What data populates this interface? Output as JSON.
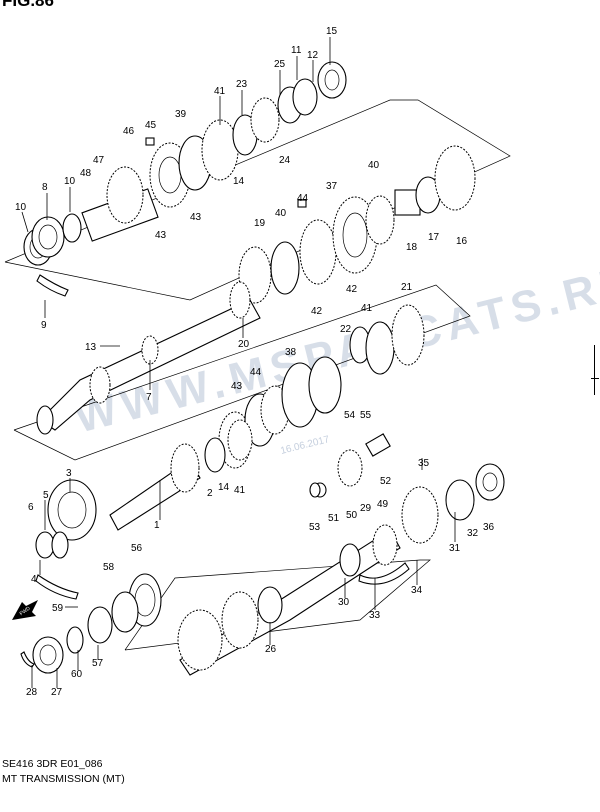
{
  "figure": {
    "title": "FIG.86",
    "caption_line1": "SE416 3DR E01_086",
    "caption_line2": "MT TRANSMISSION (MT)",
    "watermark": "WWW.MSPANCATS.RU",
    "watermark_date": "16.06.2017",
    "fwd_label": "FWD"
  },
  "callouts": [
    {
      "id": "15",
      "label": "15"
    },
    {
      "id": "11",
      "label": "11"
    },
    {
      "id": "12",
      "label": "12"
    },
    {
      "id": "25",
      "label": "25"
    },
    {
      "id": "23",
      "label": "23"
    },
    {
      "id": "41a",
      "label": "41"
    },
    {
      "id": "39",
      "label": "39"
    },
    {
      "id": "45",
      "label": "45"
    },
    {
      "id": "46",
      "label": "46"
    },
    {
      "id": "47",
      "label": "47"
    },
    {
      "id": "48",
      "label": "48"
    },
    {
      "id": "8",
      "label": "8"
    },
    {
      "id": "10a",
      "label": "10"
    },
    {
      "id": "10b",
      "label": "10"
    },
    {
      "id": "24",
      "label": "24"
    },
    {
      "id": "14a",
      "label": "14"
    },
    {
      "id": "43a",
      "label": "43"
    },
    {
      "id": "43b",
      "label": "43"
    },
    {
      "id": "9",
      "label": "9"
    },
    {
      "id": "40a",
      "label": "40"
    },
    {
      "id": "40b",
      "label": "40"
    },
    {
      "id": "19",
      "label": "19"
    },
    {
      "id": "44a",
      "label": "44"
    },
    {
      "id": "37",
      "label": "37"
    },
    {
      "id": "17",
      "label": "17"
    },
    {
      "id": "18",
      "label": "18"
    },
    {
      "id": "16",
      "label": "16"
    },
    {
      "id": "42a",
      "label": "42"
    },
    {
      "id": "42b",
      "label": "42"
    },
    {
      "id": "20",
      "label": "20"
    },
    {
      "id": "13",
      "label": "13"
    },
    {
      "id": "7",
      "label": "7"
    },
    {
      "id": "41b",
      "label": "41"
    },
    {
      "id": "21",
      "label": "21"
    },
    {
      "id": "22",
      "label": "22"
    },
    {
      "id": "38",
      "label": "38"
    },
    {
      "id": "44b",
      "label": "44"
    },
    {
      "id": "43c",
      "label": "43"
    },
    {
      "id": "54",
      "label": "54"
    },
    {
      "id": "55",
      "label": "55"
    },
    {
      "id": "3",
      "label": "3"
    },
    {
      "id": "5",
      "label": "5"
    },
    {
      "id": "6",
      "label": "6"
    },
    {
      "id": "2",
      "label": "2"
    },
    {
      "id": "14b",
      "label": "14"
    },
    {
      "id": "41c",
      "label": "41"
    },
    {
      "id": "1",
      "label": "1"
    },
    {
      "id": "53",
      "label": "53"
    },
    {
      "id": "51",
      "label": "51"
    },
    {
      "id": "50",
      "label": "50"
    },
    {
      "id": "52",
      "label": "52"
    },
    {
      "id": "35",
      "label": "35"
    },
    {
      "id": "29",
      "label": "29"
    },
    {
      "id": "49",
      "label": "49"
    },
    {
      "id": "31",
      "label": "31"
    },
    {
      "id": "32",
      "label": "32"
    },
    {
      "id": "36",
      "label": "36"
    },
    {
      "id": "4",
      "label": "4"
    },
    {
      "id": "56",
      "label": "56"
    },
    {
      "id": "58",
      "label": "58"
    },
    {
      "id": "59",
      "label": "59"
    },
    {
      "id": "30",
      "label": "30"
    },
    {
      "id": "33",
      "label": "33"
    },
    {
      "id": "34",
      "label": "34"
    },
    {
      "id": "57",
      "label": "57"
    },
    {
      "id": "26",
      "label": "26"
    },
    {
      "id": "60",
      "label": "60"
    },
    {
      "id": "28",
      "label": "28"
    },
    {
      "id": "27",
      "label": "27"
    }
  ]
}
